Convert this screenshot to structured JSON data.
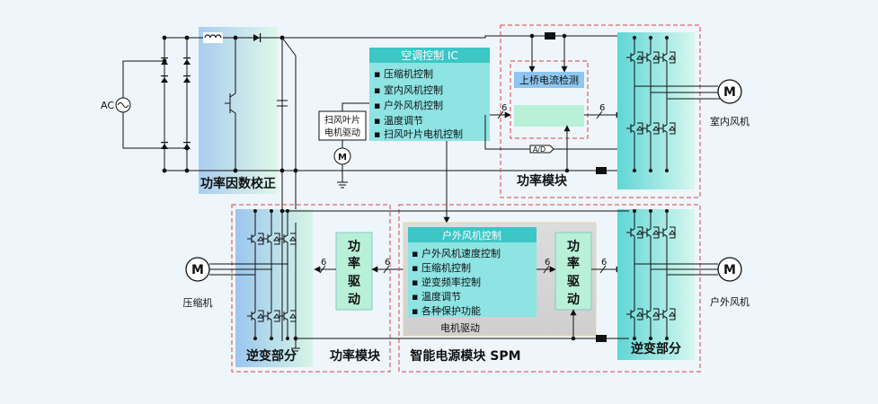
{
  "ac_label": "AC",
  "pfc": {
    "label": "功率因数校正"
  },
  "ac_control_ic": {
    "title": "空调控制 IC",
    "items": [
      "压缩机控制",
      "室内风机控制",
      "户外风机控制",
      "温度调节",
      "扫风叶片电机控制"
    ]
  },
  "swing_motor_driver": {
    "line1": "扫风叶片",
    "line2": "电机驱动",
    "motor_symbol": "M"
  },
  "upper_current_detect": {
    "label": "上桥电流检测"
  },
  "ad_label": "A/D",
  "top_power_module": {
    "label": "功率模块"
  },
  "indoor_fan": {
    "motor_symbol": "M",
    "label": "室内风机"
  },
  "bus_width_label": "6",
  "compressor": {
    "motor_symbol": "M",
    "label": "压缩机"
  },
  "left_inverter": {
    "label": "逆变部分"
  },
  "left_power_driver": {
    "chars": [
      "功",
      "率",
      "驱",
      "动"
    ]
  },
  "left_power_module": {
    "label": "功率模块"
  },
  "outdoor_fan_ctrl": {
    "title": "户外风机控制",
    "items": [
      "户外风机速度控制",
      "压缩机控制",
      "逆变频率控制",
      "温度调节",
      "各种保护功能"
    ]
  },
  "motor_drive_label": "电机驱动",
  "spm_power_driver": {
    "chars": [
      "功",
      "率",
      "驱",
      "动"
    ]
  },
  "spm": {
    "label": "智能电源模块 SPM"
  },
  "right_inverter": {
    "label": "逆变部分"
  },
  "outdoor_fan": {
    "motor_symbol": "M",
    "label": "户外风机"
  },
  "colors": {
    "background": "#eef6fb",
    "ic_title": "#3cc6c6",
    "ic_body": "#8ee3e3",
    "module_border": "#e04040",
    "current_detect": "#8ec6f0",
    "spm_body": "#d9d9d9",
    "driver_box": "#b8f0d8"
  }
}
